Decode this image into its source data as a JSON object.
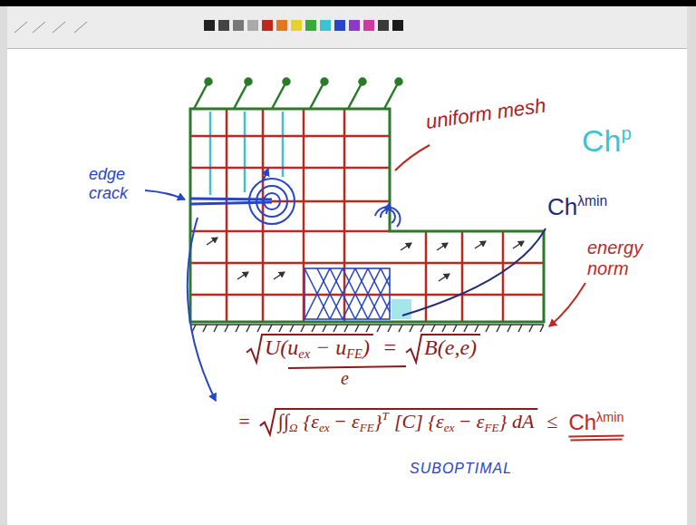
{
  "diagram": {
    "labels": [
      "uniform mesh",
      "Ch",
      "p",
      "edge crack",
      "Ch",
      "λmin",
      "energy norm",
      "U(u",
      "ex",
      "− u",
      "FE",
      ")",
      "=",
      "B(e,e)",
      "e",
      "=",
      "∫∫",
      "Ω",
      "{ε",
      "ex",
      "− ε",
      "FE",
      "}",
      "T",
      "[C] {ε",
      "ex",
      "− ε",
      "FE",
      "} dA",
      "≤",
      "Ch",
      "λmin",
      "SUBOPTIMAL"
    ]
  }
}
